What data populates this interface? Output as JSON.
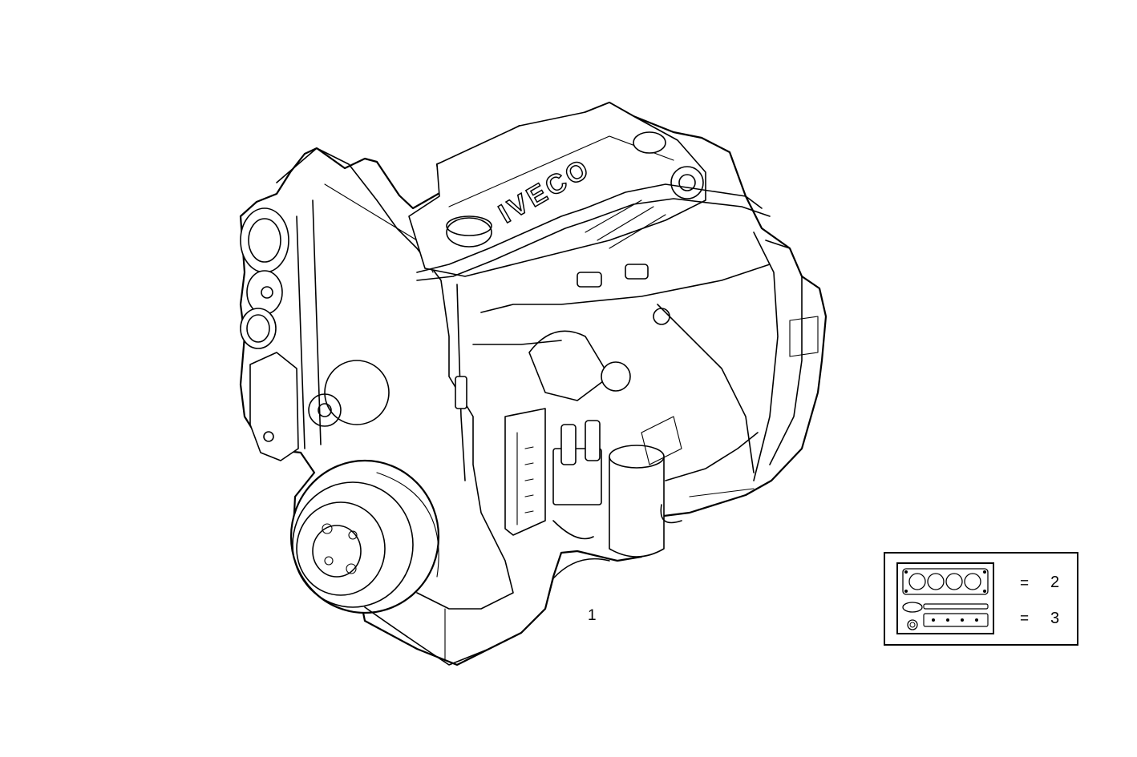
{
  "diagram": {
    "engine_logo": "IVECO",
    "main_part_callout": "1"
  },
  "legend": {
    "rows": [
      {
        "symbol": "=",
        "callout": "2"
      },
      {
        "symbol": "=",
        "callout": "3"
      }
    ]
  },
  "icons": {
    "engine": "engine-assembly-icon",
    "head_gasket": "head-gasket-icon",
    "gasket_kit": "gasket-kit-icon"
  }
}
